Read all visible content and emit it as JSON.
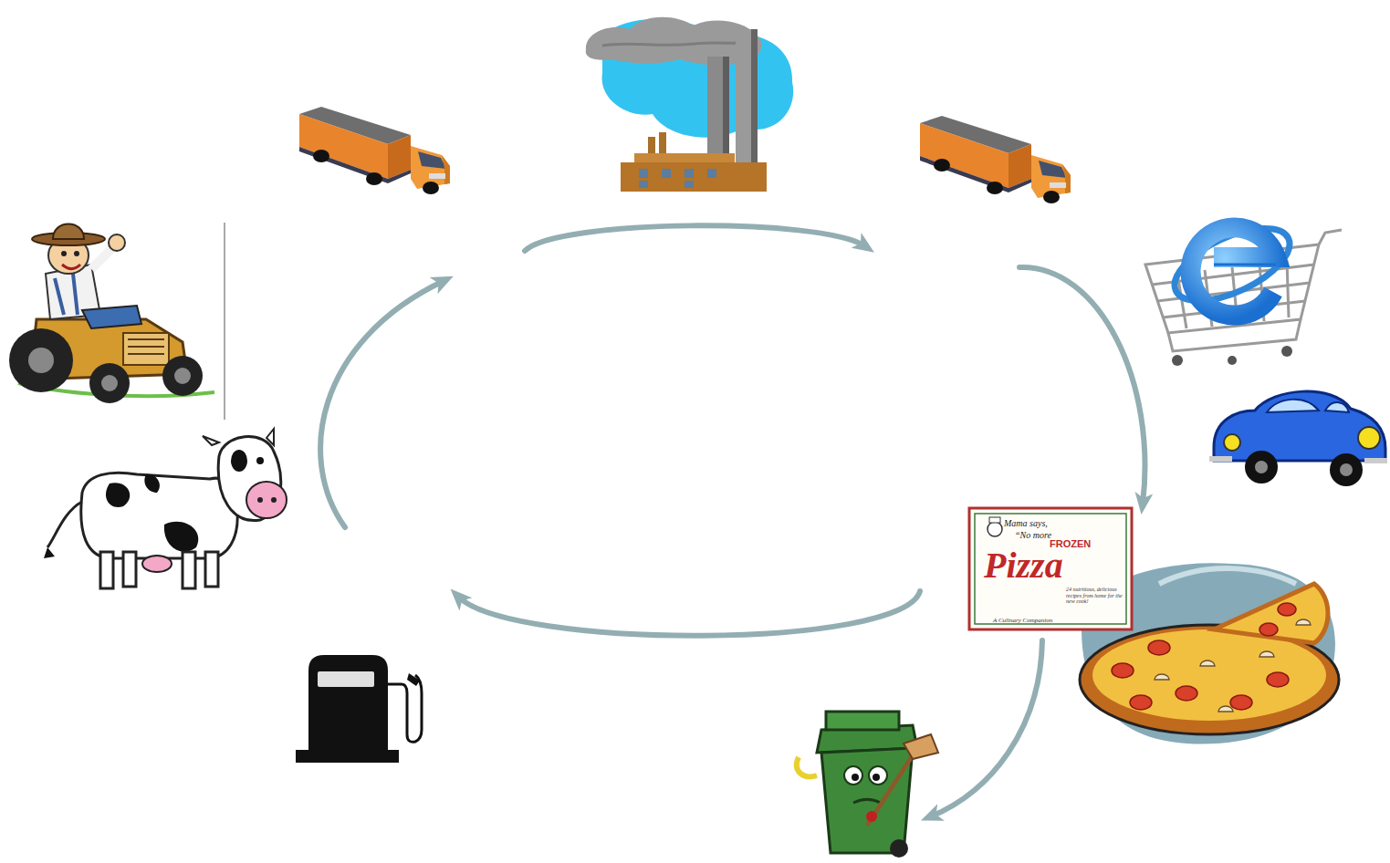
{
  "diagram": {
    "labels": [
      "Mama says,",
      "“No more",
      "FROZEN",
      "Pizza",
      "24 nutritious, delicious recipes from home for the new cook!",
      "A Culinary Companion"
    ]
  }
}
